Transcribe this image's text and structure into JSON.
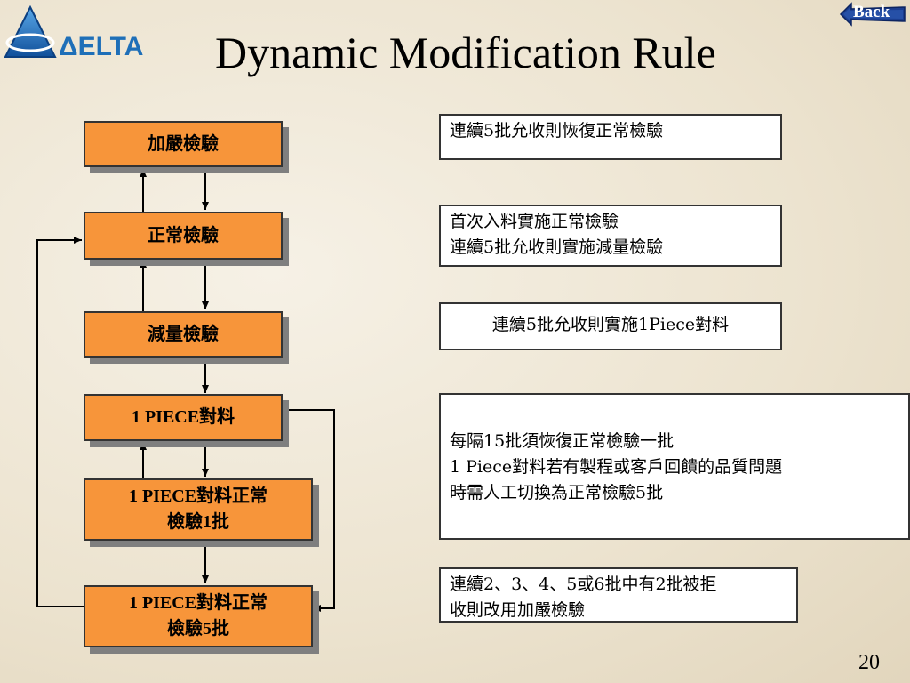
{
  "header": {
    "title": "Dynamic Modification Rule",
    "back_label": "Back",
    "logo_text": "ΔELTA"
  },
  "flow": {
    "nodes": [
      {
        "label": "加嚴檢驗"
      },
      {
        "label": "正常檢驗"
      },
      {
        "label": "減量檢驗"
      },
      {
        "label": "1 PIECE對料"
      },
      {
        "label": "1 PIECE對料正常\n檢驗1批"
      },
      {
        "label": "1 PIECE對料正常\n檢驗5批"
      }
    ]
  },
  "notes": [
    {
      "text": "連續5批允收則恢復正常檢驗"
    },
    {
      "text": "首次入料實施正常檢驗\n連續5批允收則實施減量檢驗"
    },
    {
      "text": "連續5批允收則實施1Piece對料"
    },
    {
      "text": "每隔15批須恢復正常檢驗一批\n1 Piece對料若有製程或客戶回饋的品質問題\n時需人工切換為正常檢驗5批"
    },
    {
      "text": "連續2、3、4、5或6批中有2批被拒\n收則改用加嚴檢驗"
    }
  ],
  "footer": {
    "page_number": "20"
  },
  "colors": {
    "node_fill": "#f7953a",
    "background": "#efe8d8",
    "logo_blue": "#1e6fb8"
  }
}
